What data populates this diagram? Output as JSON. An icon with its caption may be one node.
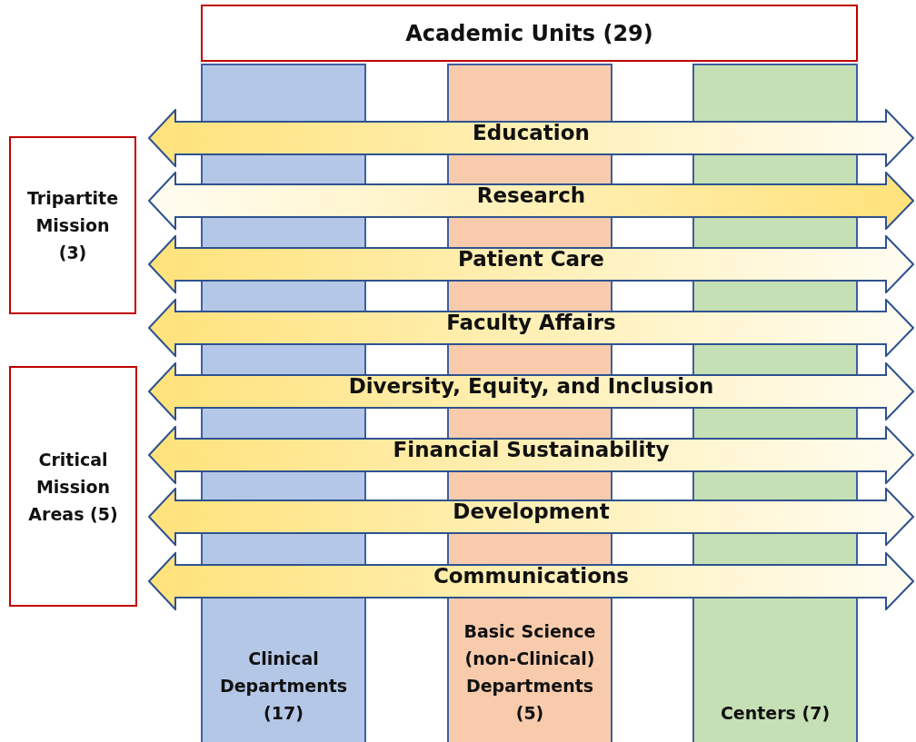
{
  "diagram": {
    "nodes": [
      {
        "text": [
          "Academic Units (29)"
        ]
      },
      {
        "text": [
          "Tripartite Mission (3)"
        ]
      },
      {
        "text": [
          "Education"
        ]
      },
      {
        "text": [
          "Research"
        ]
      },
      {
        "text": [
          "Patient Care"
        ]
      },
      {
        "text": [
          "Faculty Affairs"
        ]
      },
      {
        "text": [
          "Critical Mission Areas (5)"
        ]
      },
      {
        "text": [
          "Diversity, Equity, and Inclusion"
        ]
      },
      {
        "text": [
          "Financial Sustainability"
        ]
      },
      {
        "text": [
          "Development"
        ]
      },
      {
        "text": [
          "Communications"
        ]
      },
      {
        "text": [
          "Clinical Departments (17)"
        ]
      },
      {
        "text": [
          "Basic Science (non-Clinical) Departments (5)"
        ]
      },
      {
        "text": [
          "Centers (7)"
        ]
      }
    ],
    "edges": []
  }
}
